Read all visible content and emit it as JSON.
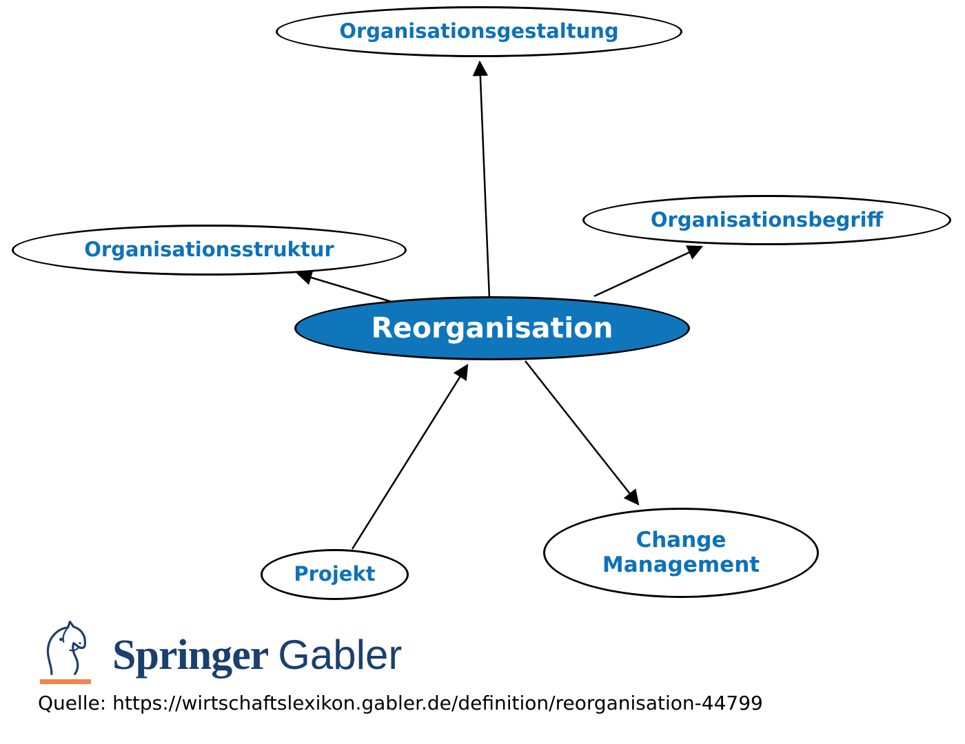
{
  "diagram": {
    "central_node": {
      "label": "Reorganisation",
      "fill_color": "#0f76bb",
      "text_color": "#ffffff"
    },
    "nodes": {
      "gestaltung": {
        "label": "Organisationsgestaltung"
      },
      "begriff": {
        "label": "Organisationsbegriff"
      },
      "struktur": {
        "label": "Organisationsstruktur"
      },
      "projekt": {
        "label": "Projekt"
      },
      "change": {
        "label": "Change Management"
      }
    },
    "node_label_color": "#0d72b9",
    "edges": [
      {
        "from": "Reorganisation",
        "to": "Organisationsgestaltung"
      },
      {
        "from": "Reorganisation",
        "to": "Organisationsbegriff"
      },
      {
        "from": "Reorganisation",
        "to": "Organisationsstruktur"
      },
      {
        "from": "Projekt",
        "to": "Reorganisation"
      },
      {
        "from": "Reorganisation",
        "to": "Change Management"
      }
    ]
  },
  "footer": {
    "logo": {
      "springer": "Springer",
      "gabler": "Gabler",
      "icon": "knight-horse-icon",
      "brand_color": "#1b3f6e",
      "accent_color": "#f5824d"
    },
    "source_label": "Quelle:",
    "source_url": "https://wirtschaftslexikon.gabler.de/definition/reorganisation-44799"
  }
}
